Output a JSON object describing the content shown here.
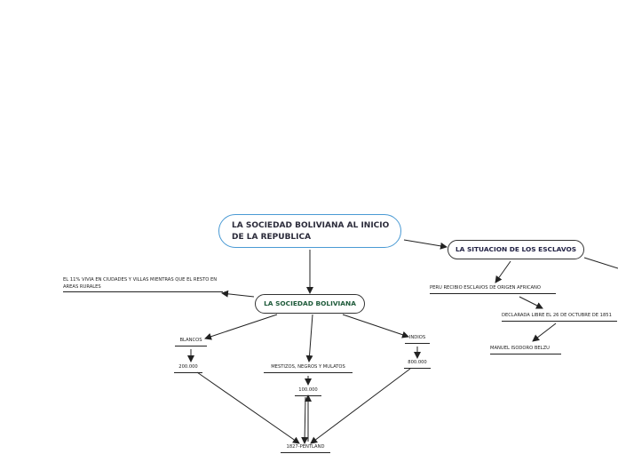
{
  "nodes": {
    "main_title": "LA SOCIEDAD BOLIVIANA AL INICIO DE LA REPUBLICA",
    "sociedad": "LA SOCIEDAD BOLIVIANA",
    "esclavos": "LA SITUACION DE LOS ESCLAVOS",
    "note_rural": "EL 11% VIVIA EN CIUDADES Y VILLAS MIENTRAS QUE EL RESTO EN AREAS RURALES",
    "blancos": "BLANCOS",
    "blancos_count": "200.000",
    "mestizos": "MESTIZOS, NEGROS Y MULATOS",
    "mestizos_count": "100.000",
    "indios": "INDIOS",
    "indios_count": "800.000",
    "pentland": "1827-PENTLAND",
    "peru": "PERU RECIBIO ESCLAVOS DE ORIGEN AFRICANO",
    "declarada": "DECLARADA LIBRE EL 26 DE OCTUBRE DE 1851",
    "belzu": "MANUEL ISODORO BELZU"
  },
  "colors": {
    "main_border": "#4a9ad4",
    "sociedad_text": "#1e5a3a",
    "line": "#222222"
  }
}
